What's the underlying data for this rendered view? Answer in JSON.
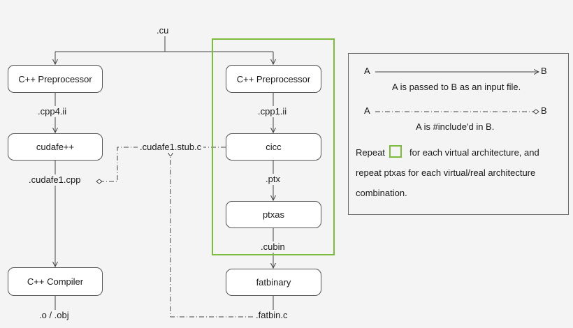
{
  "nodes": {
    "cpp_left": "C++ Preprocessor",
    "cudafe": "cudafe++",
    "cpp_compiler": "C++ Compiler",
    "cpp_right": "C++ Preprocessor",
    "cicc": "cicc",
    "ptxas": "ptxas",
    "fatbinary": "fatbinary"
  },
  "labels": {
    "cu": ".cu",
    "cpp4": ".cpp4.ii",
    "cudafe1_cpp": ".cudafe1.cpp",
    "obj": ".o / .obj",
    "stub": ".cudafe1.stub.c",
    "cpp1": ".cpp1.ii",
    "ptx": ".ptx",
    "cubin": ".cubin",
    "fatbin_c": ".fatbin.c"
  },
  "legend": {
    "a1": "A",
    "b1": "B",
    "input_desc": "A is passed to B as an input file.",
    "a2": "A",
    "b2": "B",
    "include_desc": "A is #include'd in B.",
    "repeat_1": "Repeat",
    "repeat_2": "for each virtual architecture, and",
    "repeat_3": "repeat ptxas for each virtual/real architecture",
    "repeat_4": "combination."
  },
  "colors": {
    "repeat_box": "#7dbb3c",
    "line": "#444444",
    "background": "#f4f4f4"
  }
}
